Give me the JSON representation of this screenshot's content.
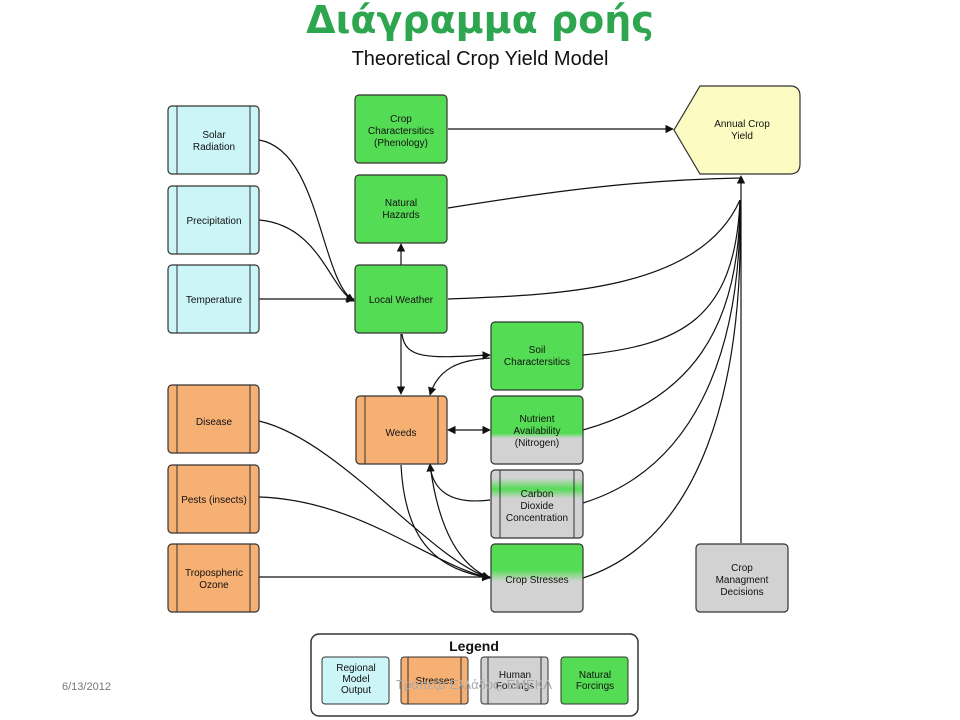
{
  "title": "Διάγραμμα ροής",
  "subtitle": "Theoretical Crop Yield Model",
  "nodes": {
    "solar": [
      "Solar",
      "Radiation"
    ],
    "precip": [
      "Precipitation"
    ],
    "temp": [
      "Temperature"
    ],
    "disease": [
      "Disease"
    ],
    "pests": [
      "Pests (insects)"
    ],
    "ozone": [
      "Tropospheric",
      "Ozone"
    ],
    "phenology": [
      "Crop",
      "Charactersitics",
      "(Phenology)"
    ],
    "hazards": [
      "Natural",
      "Hazards"
    ],
    "weather": [
      "Local Weather"
    ],
    "weeds": [
      "Weeds"
    ],
    "soil": [
      "Soil",
      "Charactersitics"
    ],
    "nutrient": [
      "Nutrient",
      "Availability",
      "(Nitrogen)"
    ],
    "carbon": [
      "Carbon",
      "Dioxide",
      "Concentration"
    ],
    "stresses": [
      "Crop Stresses"
    ],
    "management": [
      "Crop",
      "Managment",
      "Decisions"
    ],
    "yield": [
      "Annual Crop",
      "Yield"
    ]
  },
  "legend": {
    "title": "Legend",
    "items": [
      [
        "Regional",
        "Model",
        "Output"
      ],
      [
        "Stresses"
      ],
      [
        "Human",
        "Forcings"
      ],
      [
        "Natural",
        "Forcings"
      ]
    ]
  },
  "footer": {
    "date": "6/13/2012",
    "center": "Τράπεζα Ελλάδος, ΕΜΕΚΑ"
  },
  "colors": {
    "title": "#2ea64f",
    "cyan": "#ccf5f7",
    "green": "#55dc55",
    "orange": "#f7b074",
    "gray": "#d2d2d2",
    "yellow": "#fcfcc2"
  }
}
